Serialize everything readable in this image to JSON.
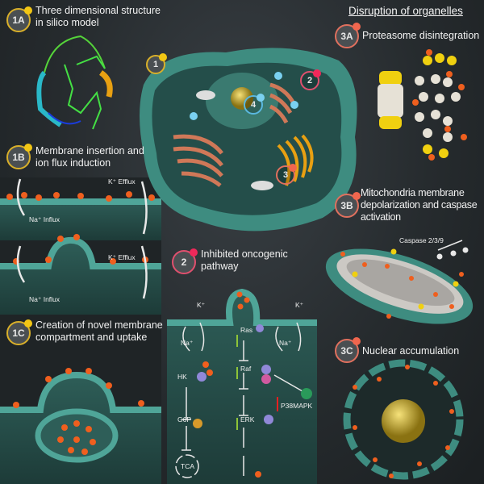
{
  "header": {
    "title": "Disruption of organelles"
  },
  "panels": {
    "p1A": {
      "badge": "1A",
      "text1": "Three dimensional structure",
      "text2": "in silico model"
    },
    "p1B": {
      "badge": "1B",
      "text1": "Membrane insertion and",
      "text2": "ion flux induction",
      "k_efflux": "K⁺ Efflux",
      "na_influx": "Na⁺ Influx"
    },
    "p1C_mid": {
      "k_efflux": "K⁺ Efflux",
      "na_influx": "Na⁺ Influx"
    },
    "p1C": {
      "badge": "1C",
      "text1": "Creation of novel membrane",
      "text2": "compartment and uptake"
    },
    "p2": {
      "badge": "2",
      "text1": "Inhibited oncogenic",
      "text2": "pathway",
      "labels": {
        "k_left": "K⁺",
        "na_left": "Na⁺",
        "k_right": "K⁺",
        "na_right": "Na⁺",
        "ras": "Ras",
        "raf": "Raf",
        "erk": "ERK",
        "hk": "HK",
        "g6p": "G6P",
        "tca": "TCA",
        "p38": "P38MAPK"
      }
    },
    "p3A": {
      "badge": "3A",
      "text1": "Proteasome disintegration"
    },
    "p3B": {
      "badge": "3B",
      "text1": "Mitochondria membrane",
      "text2": "depolarization and caspase",
      "text3": "activation",
      "caspase": "Caspase 2/3/9"
    },
    "p3C": {
      "badge": "3C",
      "text1": "Nuclear accumulation"
    }
  },
  "cell_markers": {
    "m1": "1",
    "m2": "2",
    "m3": "3",
    "m4": "4"
  },
  "colors": {
    "teal": "#3e8c80",
    "peptide": "#ef5f1e",
    "yellow": "#f2c614",
    "pink": "#f0285a",
    "coral": "#f0664e"
  }
}
